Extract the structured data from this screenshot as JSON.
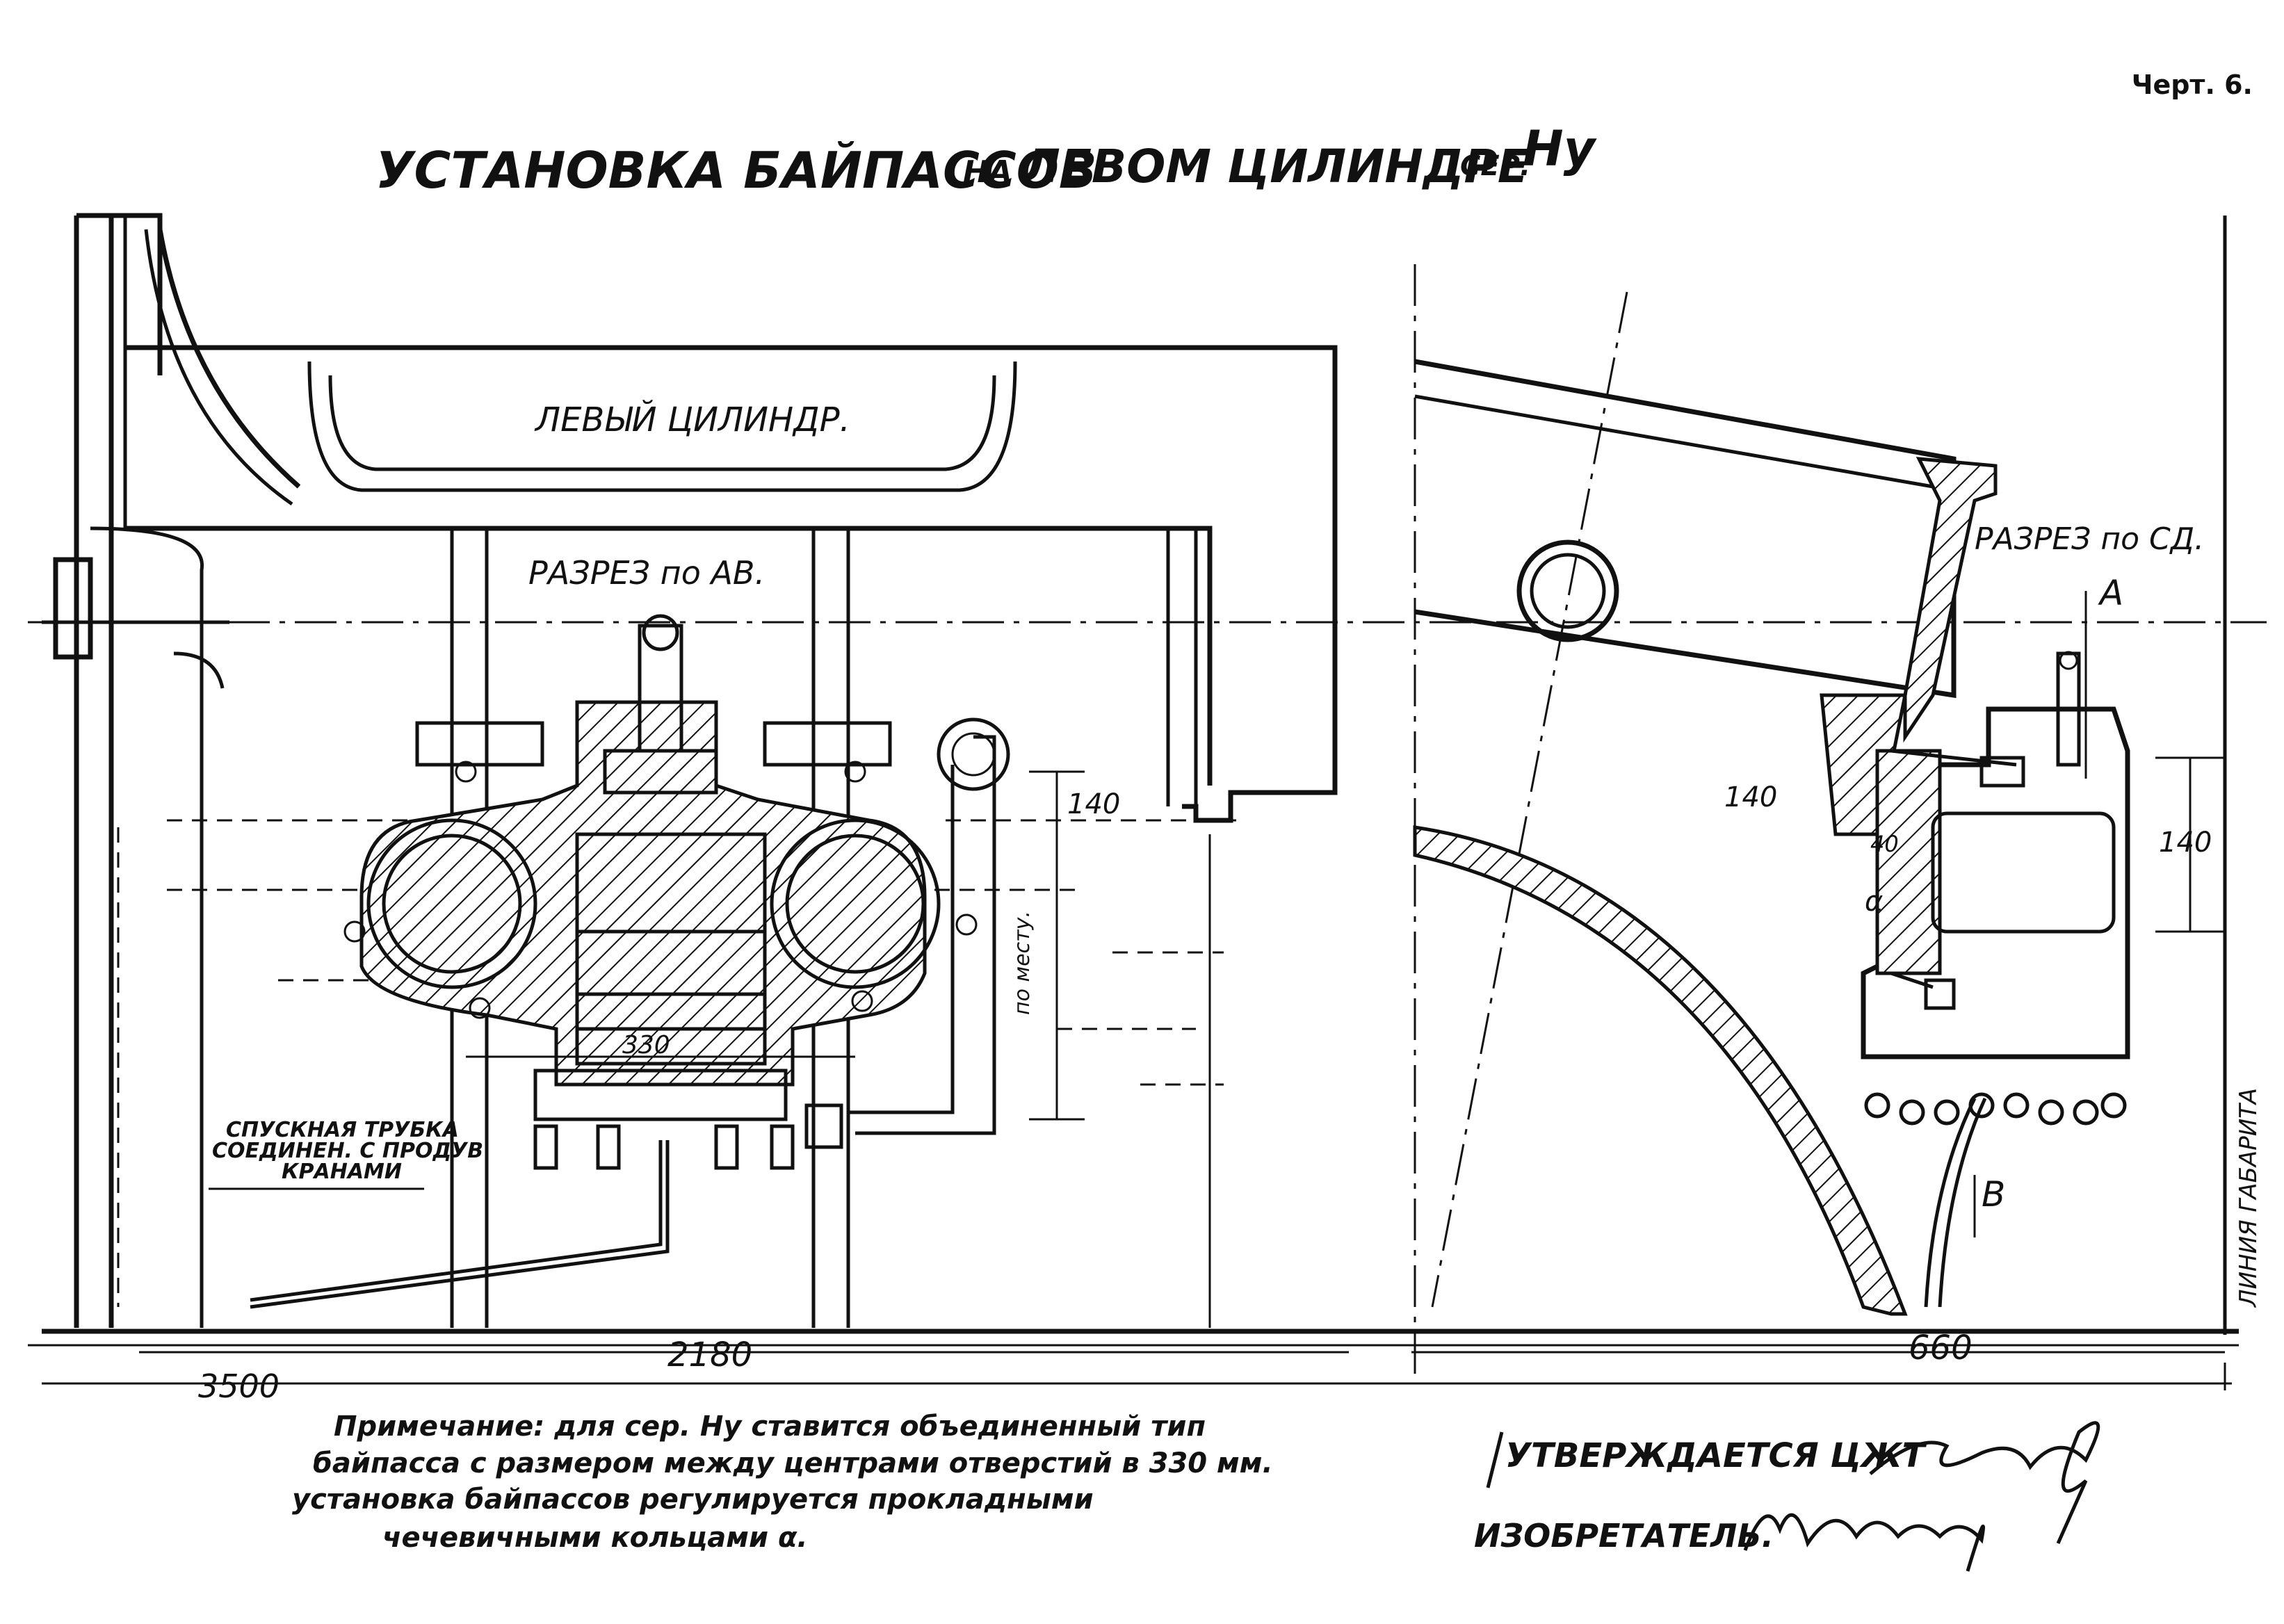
{
  "sheet_number": "Черт. 6.",
  "title": {
    "main_1": "УСТАНОВКА БАЙПАССОВ",
    "na": "НА",
    "main_2": "ЛЕВОМ ЦИЛИНДРЕ",
    "ser": "СЕР.",
    "series": "Ну"
  },
  "labels": {
    "left_cylinder": "ЛЕВЫЙ ЦИЛИНДР.",
    "section_ab": "РАЗРЕЗ по АВ.",
    "section_cd": "РАЗРЕЗ по СД.",
    "point_a": "А",
    "point_b": "В",
    "point_alpha": "α",
    "drain_line_1": "СПУСКНАЯ ТРУБКА",
    "drain_line_2": "СОЕДИНЕН. С ПРОДУВ",
    "drain_line_3": "КРАНАМИ",
    "by_place": "по месту.",
    "gauge_line": "ЛИНИЯ  ГАБАРИТА"
  },
  "dimensions": {
    "d140_left": "140",
    "d330": "330",
    "d140_right_a": "140",
    "d140_right_b": "140",
    "d40": "40",
    "d2180": "2180",
    "d660": "660",
    "d3500": "3500"
  },
  "note": {
    "line_1": "Примечание: для сер. Ну ставится объединенный тип",
    "line_2": "байпасса с размером между центрами отверстий в 330 мм.",
    "line_3": "установка байпассов регулируется прокладными",
    "line_4": "чечевичными кольцами α."
  },
  "approval": {
    "approved": "УТВЕРЖДАЕТСЯ ЦЖТ",
    "inventor": "ИЗОБРЕТАТЕЛЬ."
  }
}
